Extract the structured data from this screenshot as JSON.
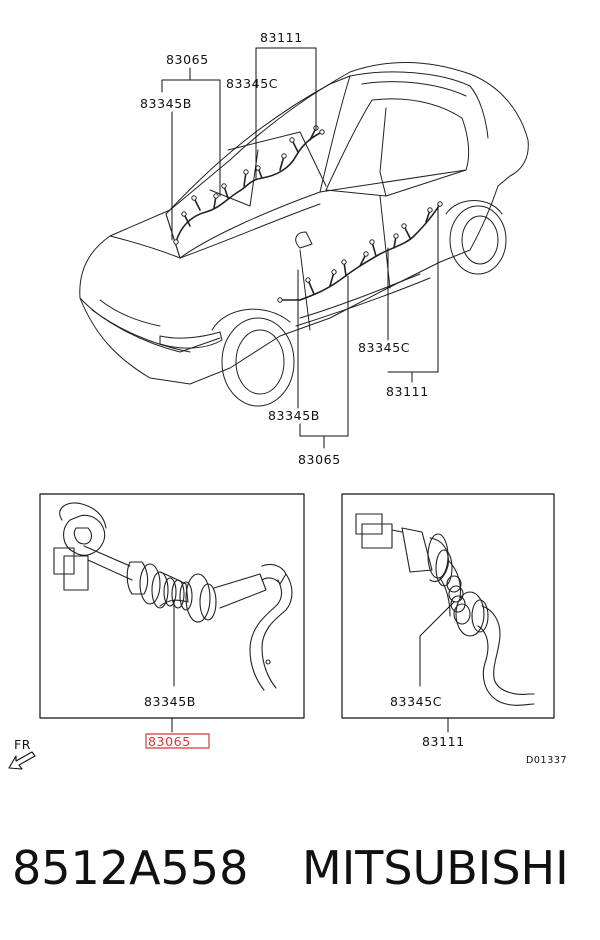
{
  "callouts": {
    "top_83111": "83111",
    "top_83065": "83065",
    "top_83345C": "83345C",
    "top_83345B": "83345B",
    "right_83345C": "83345C",
    "right_83111": "83111",
    "mid_83345B": "83345B",
    "mid_83065": "83065"
  },
  "detail_left": {
    "part_label": "83345B",
    "parent_label": "83065"
  },
  "detail_right": {
    "part_label": "83345C",
    "parent_label": "83111"
  },
  "direction_label": "FR",
  "diagram_code": "D01337",
  "part_number": "8512A558",
  "brand": "MITSUBISHI",
  "colors": {
    "highlight": "#d23a3a",
    "line": "#111111"
  }
}
